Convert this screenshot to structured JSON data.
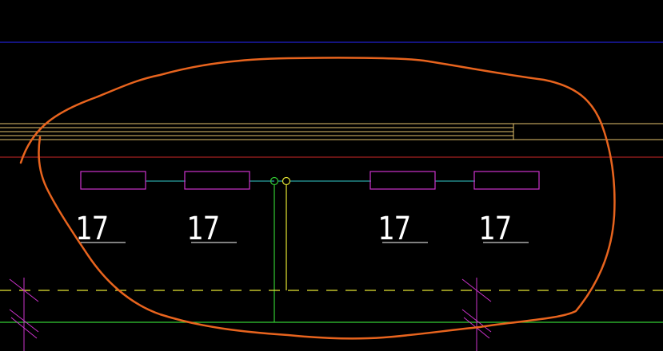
{
  "drawing": {
    "background_color": "#000000",
    "fixtures": [
      {
        "label": "17"
      },
      {
        "label": "17"
      },
      {
        "label": "17"
      },
      {
        "label": "17"
      }
    ],
    "layer_colors": {
      "fixture_outline": "#cc33cc",
      "circuit_wire": "#33cccc",
      "green_line": "#33cc33",
      "yellow_line": "#e6e633",
      "blue_line": "#1a1aaa",
      "dark_red_line": "#8b1a1a",
      "tan_line": "#e6c46e",
      "hatch_marks": "#cc33cc",
      "markup_ellipse": "#e8641e"
    }
  }
}
